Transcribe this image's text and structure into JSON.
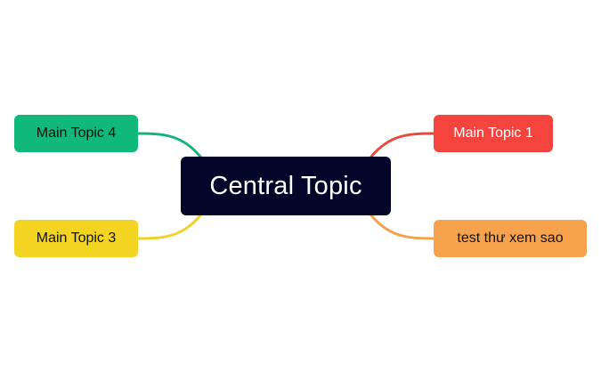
{
  "mindmap": {
    "central": {
      "label": "Central Topic",
      "color": "#030529"
    },
    "topics": [
      {
        "id": "topic-1",
        "label": "Main Topic 1",
        "color": "#f5443e",
        "line_color": "#e8493f"
      },
      {
        "id": "topic-2",
        "label": "test thư xem sao",
        "color": "#f7a24c",
        "line_color": "#f3a04f"
      },
      {
        "id": "topic-3",
        "label": "Main Topic 3",
        "color": "#f3d423",
        "line_color": "#efd12a"
      },
      {
        "id": "topic-4",
        "label": "Main Topic 4",
        "color": "#10b87a",
        "line_color": "#17b47a"
      }
    ]
  }
}
